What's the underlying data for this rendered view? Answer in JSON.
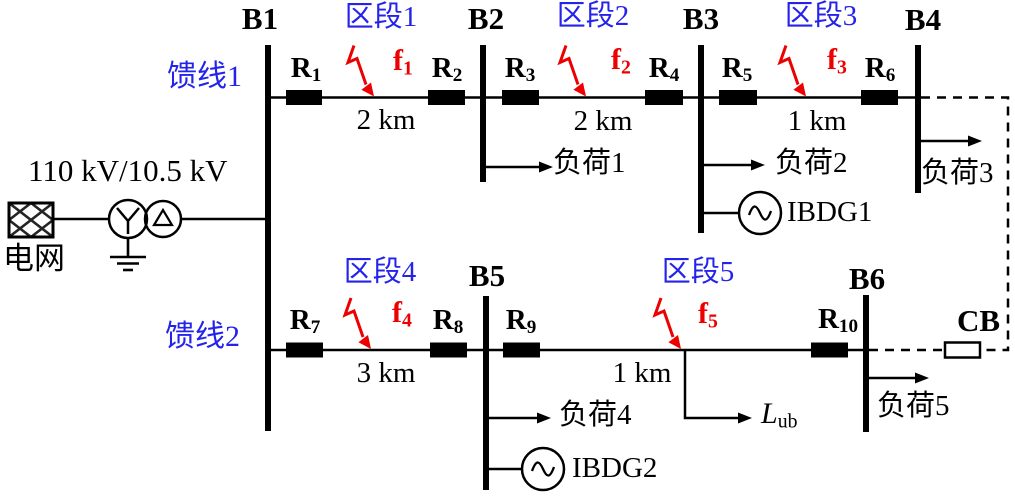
{
  "colors": {
    "accent_blue": "#2323EB",
    "fault_red": "#EC0000",
    "line_black": "#000000"
  },
  "source": {
    "voltage_ratio": "110 kV/10.5 kV",
    "grid_label": "电网"
  },
  "feeders": [
    {
      "label": "馈线1"
    },
    {
      "label": "馈线2"
    }
  ],
  "buses": [
    {
      "label": "B1"
    },
    {
      "label": "B2"
    },
    {
      "label": "B3"
    },
    {
      "label": "B4"
    },
    {
      "label": "B5"
    },
    {
      "label": "B6"
    }
  ],
  "relays": [
    {
      "name": "R",
      "sub": "1"
    },
    {
      "name": "R",
      "sub": "2"
    },
    {
      "name": "R",
      "sub": "3"
    },
    {
      "name": "R",
      "sub": "4"
    },
    {
      "name": "R",
      "sub": "5"
    },
    {
      "name": "R",
      "sub": "6"
    },
    {
      "name": "R",
      "sub": "7"
    },
    {
      "name": "R",
      "sub": "8"
    },
    {
      "name": "R",
      "sub": "9"
    },
    {
      "name": "R",
      "sub": "10"
    }
  ],
  "sections": [
    {
      "label": "区段1",
      "length": "2 km"
    },
    {
      "label": "区段2",
      "length": "2 km"
    },
    {
      "label": "区段3",
      "length": "1 km"
    },
    {
      "label": "区段4",
      "length": "3 km"
    },
    {
      "label": "区段5",
      "length": "1 km"
    }
  ],
  "faults": [
    {
      "name": "f",
      "sub": "1"
    },
    {
      "name": "f",
      "sub": "2"
    },
    {
      "name": "f",
      "sub": "3"
    },
    {
      "name": "f",
      "sub": "4"
    },
    {
      "name": "f",
      "sub": "5"
    }
  ],
  "loads": [
    {
      "label": "负荷1"
    },
    {
      "label": "负荷2"
    },
    {
      "label": "负荷3"
    },
    {
      "label": "负荷4"
    },
    {
      "label": "负荷5"
    }
  ],
  "unbalanced_load": {
    "name": "L",
    "sub": "ub"
  },
  "generators": [
    {
      "label": "IBDG1"
    },
    {
      "label": "IBDG2"
    }
  ],
  "tie_breaker": {
    "label": "CB"
  }
}
